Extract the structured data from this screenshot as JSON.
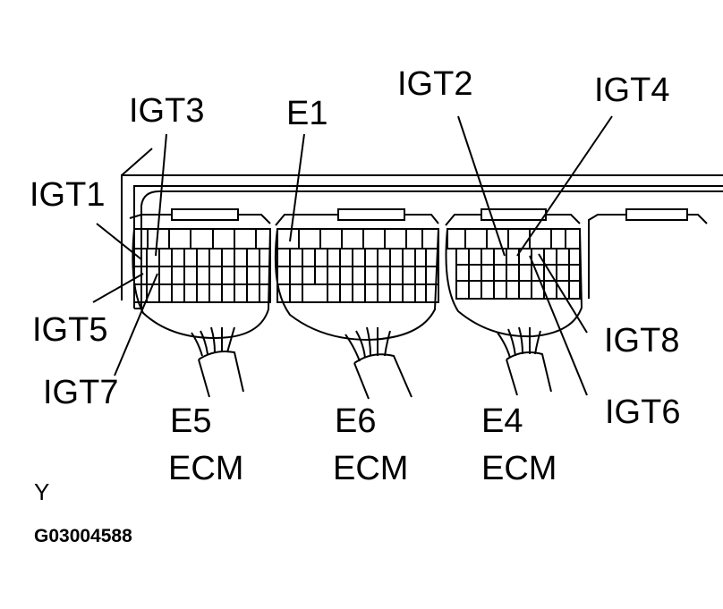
{
  "labels": {
    "igt1": "IGT1",
    "igt2": "IGT2",
    "igt3": "IGT3",
    "igt4": "IGT4",
    "igt5": "IGT5",
    "igt6": "IGT6",
    "igt7": "IGT7",
    "igt8": "IGT8",
    "e1": "E1"
  },
  "connectors": [
    {
      "id": "E5",
      "name": "ECM"
    },
    {
      "id": "E6",
      "name": "ECM"
    },
    {
      "id": "E4",
      "name": "ECM"
    }
  ],
  "corner_mark": "Y",
  "figure_id": "G03004588"
}
